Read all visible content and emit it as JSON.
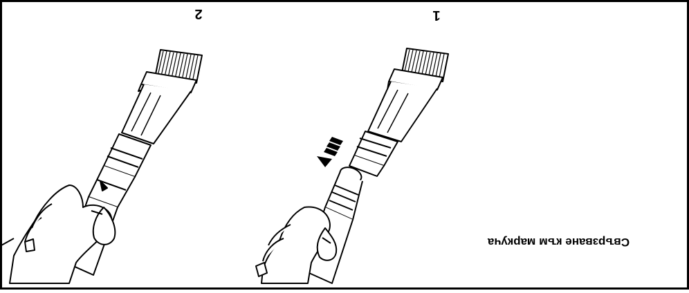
{
  "diagram": {
    "caption": "Свързване към маркуча",
    "steps": [
      {
        "label": "1"
      },
      {
        "label": "2"
      }
    ]
  }
}
